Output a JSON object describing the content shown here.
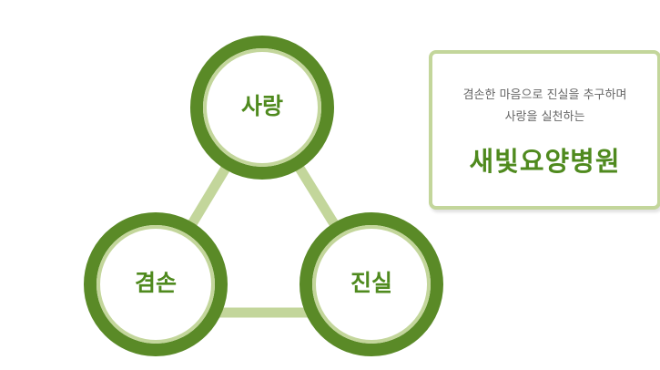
{
  "diagram": {
    "nodes": {
      "top": "사랑",
      "left": "겸손",
      "right": "진실"
    },
    "colors": {
      "ring_outer": "#5a8a27",
      "ring_inner": "#c3d69b",
      "connector": "#c3d69b",
      "label": "#4f8a1e"
    }
  },
  "info_box": {
    "line1": "겸손한 마음으로 진실을 추구하며",
    "line2": "사랑을 실천하는",
    "title": "새빛요양병원"
  }
}
